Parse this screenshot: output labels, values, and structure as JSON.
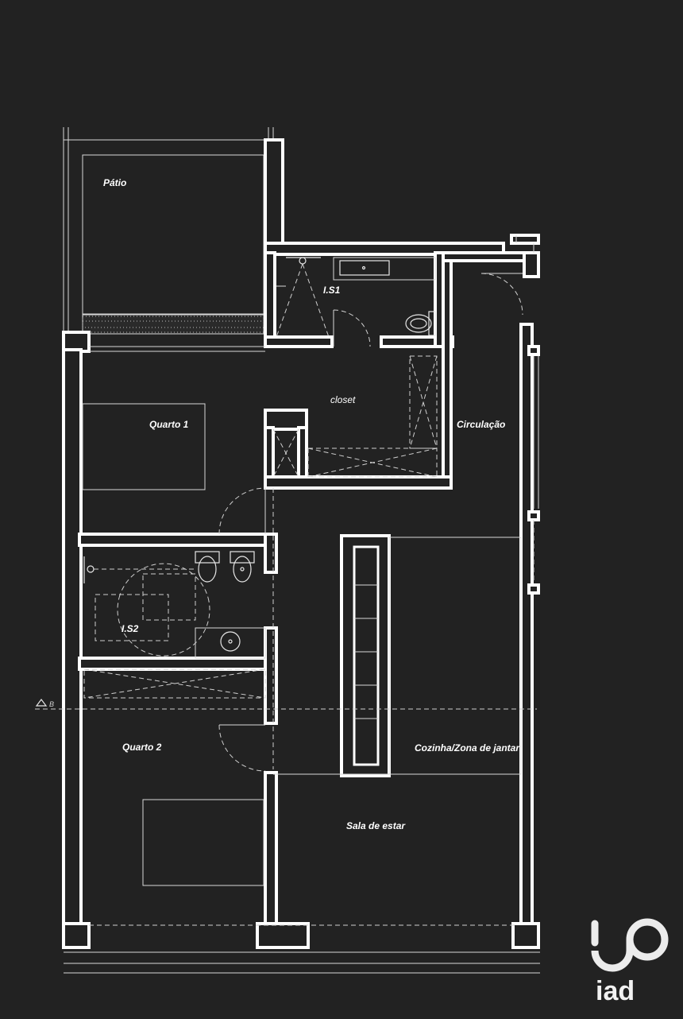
{
  "rooms": {
    "patio": "Pátio",
    "is1": "I.S1",
    "closet": "closet",
    "quarto1": "Quarto 1",
    "circulacao": "Circulação",
    "is2": "I.S2",
    "quarto2": "Quarto 2",
    "cozinha": "Cozinha/Zona de jantar",
    "sala": "Sala de estar"
  },
  "section_marker": "B",
  "brand": {
    "text": "iad",
    "icon": "iad-logo-icon"
  },
  "colors": {
    "background": "#222222",
    "walls": "#ffffff",
    "lines": "#d8d8d8"
  }
}
